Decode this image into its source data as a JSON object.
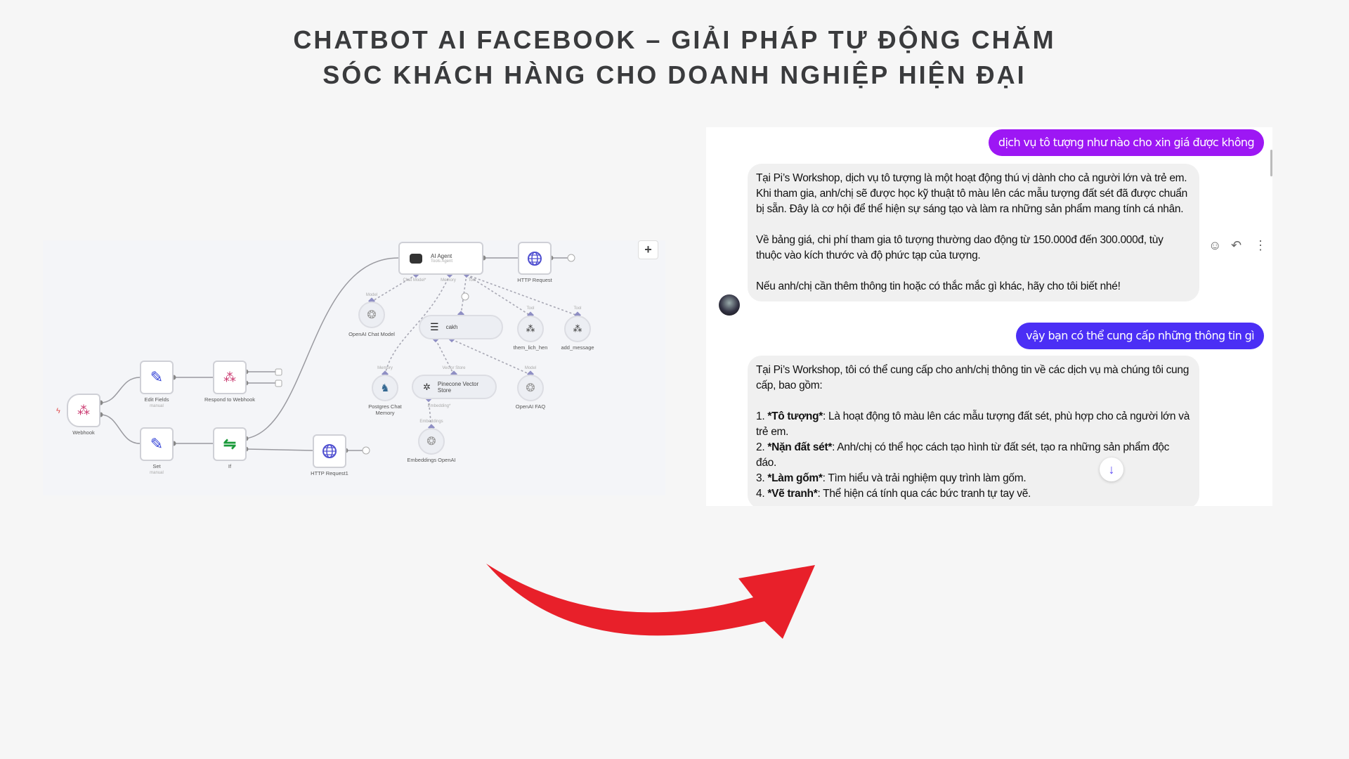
{
  "title": {
    "line1": "CHATBOT AI FACEBOOK – GIẢI PHÁP TỰ ĐỘNG CHĂM",
    "line2": "SÓC KHÁCH HÀNG CHO DOANH NGHIỆP HIỆN ĐẠI"
  },
  "workflow": {
    "add_button": "+",
    "nodes": {
      "webhook": {
        "label": "Webhook",
        "icon": "webhook-icon"
      },
      "edit_fields": {
        "label": "Edit Fields",
        "sub": "manual",
        "icon": "pencil-icon"
      },
      "respond": {
        "label": "Respond to Webhook",
        "icon": "webhook-icon"
      },
      "set": {
        "label": "Set",
        "sub": "manual",
        "icon": "pencil-icon"
      },
      "if": {
        "label": "If",
        "icon": "signpost-icon"
      },
      "http1": {
        "label": "HTTP Request1",
        "icon": "globe-icon"
      },
      "agent": {
        "label": "AI Agent",
        "sub": "Tools Agent",
        "icon": "robot-icon"
      },
      "http": {
        "label": "HTTP Request",
        "icon": "globe-icon"
      },
      "chat_model": {
        "label": "OpenAI Chat Model",
        "icon": "openai-icon"
      },
      "cakh": {
        "label": "cakh",
        "icon": "database-icon"
      },
      "them_lich_hen": {
        "label": "them_lich_hen",
        "icon": "workflow-icon"
      },
      "add_message": {
        "label": "add_message",
        "icon": "workflow-icon"
      },
      "postgres": {
        "label": "Postgres Chat Memory",
        "icon": "postgres-icon"
      },
      "pinecone": {
        "label": "Pinecone Vector Store",
        "icon": "pinecone-icon"
      },
      "openai_faq": {
        "label": "OpenAI FAQ",
        "icon": "openai-icon"
      },
      "embeddings": {
        "label": "Embeddings OpenAI",
        "icon": "openai-icon"
      }
    },
    "ports": {
      "chat_model": "Chat Model*",
      "memory": "Memory",
      "tool": "Tool",
      "model": "Model",
      "vector_store": "Vector Store",
      "embedding": "Embedding*",
      "embeddings": "Embeddings"
    }
  },
  "chat": {
    "messages": [
      {
        "role": "user",
        "text": "dịch vụ tô tượng như nào cho xin giá được không",
        "color": "#9d17f4"
      },
      {
        "role": "bot",
        "paragraphs": [
          "Tại Pi’s Workshop, dịch vụ tô tượng là một hoạt động thú vị dành cho cả người lớn và trẻ em. Khi tham gia, anh/chị sẽ được học kỹ thuật tô màu lên các mẫu tượng đất sét đã được chuẩn bị sẵn. Đây là cơ hội để thể hiện sự sáng tạo và làm ra những sản phẩm mang tính cá nhân.",
          "Về bảng giá, chi phí tham gia tô tượng thường dao động từ 150.000đ đến 300.000đ, tùy thuộc vào kích thước và độ phức tạp của tượng.",
          "Nếu anh/chị cần thêm thông tin hoặc có thắc mắc gì khác, hãy cho tôi biết nhé!"
        ]
      },
      {
        "role": "user",
        "text": "vậy bạn có thể cung cấp những thông tin gì",
        "color": "#4b2ff5"
      },
      {
        "role": "bot",
        "intro": "Tại Pi’s Workshop, tôi có thể cung cấp cho anh/chị thông tin về các dịch vụ mà chúng tôi cung cấp, bao gồm:",
        "items": [
          {
            "num": "1. ",
            "name": "*Tô tượng*",
            "desc": ": Là hoạt động tô màu lên các mẫu tượng đất sét, phù hợp cho cả người lớn và trẻ em."
          },
          {
            "num": "2. ",
            "name": "*Nặn đất sét*",
            "desc": ": Anh/chị có thể học cách tạo hình từ đất sét, tạo ra những sản phẩm độc đáo."
          },
          {
            "num": "3. ",
            "name": "*Làm gốm*",
            "desc": ": Tìm hiểu và trải nghiệm quy trình làm gốm."
          },
          {
            "num": "4. ",
            "name": "*Vẽ tranh*",
            "desc": ": Thể hiện cá tính qua các bức tranh tự tay vẽ."
          }
        ]
      }
    ],
    "actions": [
      "emoji-icon",
      "reply-icon",
      "more-icon"
    ],
    "scroll_down_icon": "arrow-down-icon"
  },
  "arrow_color": "#e8202a"
}
